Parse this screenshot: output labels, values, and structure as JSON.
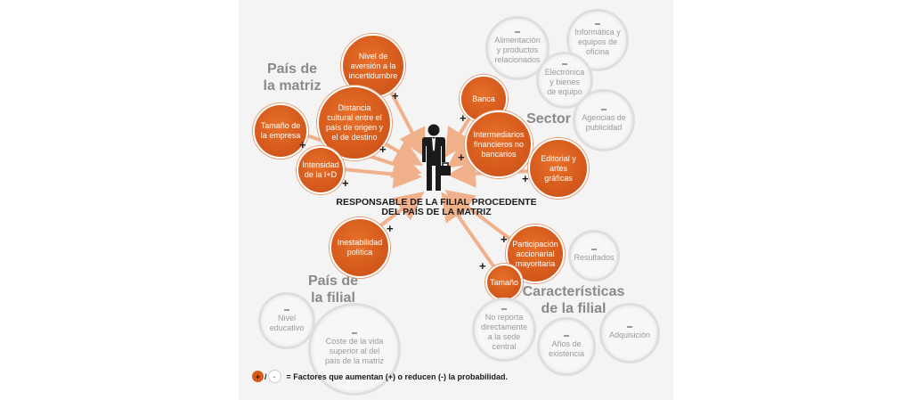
{
  "headings": {
    "pais_matriz": "País de\nla matriz",
    "sector": "Sector",
    "pais_filial": "País de\nla filial",
    "caracteristicas": "Características\nde la filial"
  },
  "center": {
    "title_line1": "RESPONSABLE DE LA FILIAL PROCEDENTE",
    "title_line2": "DEL PAÍS DE LA MATRIZ"
  },
  "orange_factors": [
    "Nivel de aversión a la incertidumbre",
    "Distancia cultural entre el país de origen y el de destino",
    "Tamaño de la empresa",
    "Intensidad de la I+D",
    "Banca",
    "Intermediarios financieros no bancarios",
    "Editorial y artes gráficas",
    "Inestabilidad política",
    "Participación accionarial mayoritaria",
    "Tamaño"
  ],
  "grey_factors": [
    "Alimentación y productos relacionados",
    "Informática y equipos de oficina",
    "Electrónica y bienes de equipo",
    "Agencias de publicidad",
    "Resultados",
    "Nivel educativo",
    "Coste de la vida superior al del país de la matriz",
    "No reporta directamente a la sede central",
    "Años de existencia",
    "Adquisición"
  ],
  "signs": {
    "plus": "+",
    "minus": "-"
  },
  "legend": {
    "plus": "+",
    "slash": "/",
    "minus": "-",
    "text": "= Factores que aumentan (+) o reducen (-) la probabilidad."
  },
  "colors": {
    "orange": "#d55a1c",
    "arrow": "#f0b08a",
    "grey_text": "#9a9a9a",
    "heading": "#8a8a8a",
    "panel": "#f4f4f4"
  },
  "icons": {
    "person": "businessman-with-briefcase-icon"
  }
}
